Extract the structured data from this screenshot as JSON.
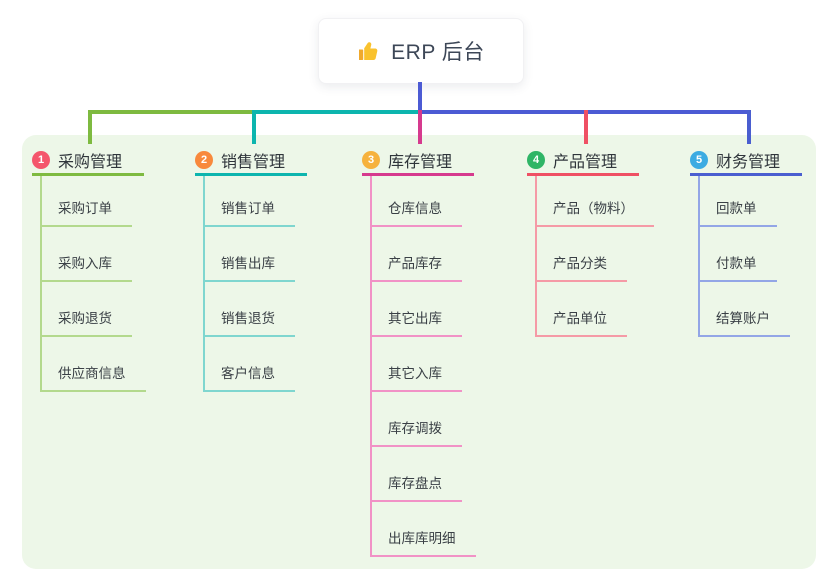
{
  "root": {
    "label": "ERP 后台",
    "icon": "thumbs-up-icon",
    "icon_color": "#f9c22e",
    "icon_dark_color": "#f0a92d"
  },
  "colors": {
    "panel_background": "#edf7e8",
    "root_stem": "#4c5bd4",
    "bus_left_green": "#7eba40",
    "bus_mid_teal": "#0db5ae",
    "bus_right_blue": "#4c5bd4"
  },
  "branches": [
    {
      "badge": "1",
      "label": "采购管理",
      "badge_color": "#f4566c",
      "line_color": "#7eba40",
      "child_line_color": "#b3d98d",
      "children": [
        "采购订单",
        "采购入库",
        "采购退货",
        "供应商信息"
      ]
    },
    {
      "badge": "2",
      "label": "销售管理",
      "badge_color": "#f8893c",
      "line_color": "#0db5ae",
      "child_line_color": "#7fd6cf",
      "children": [
        "销售订单",
        "销售出库",
        "销售退货",
        "客户信息"
      ]
    },
    {
      "badge": "3",
      "label": "库存管理",
      "badge_color": "#f6b23d",
      "line_color": "#d63a8e",
      "child_line_color": "#f192c6",
      "children": [
        "仓库信息",
        "产品库存",
        "其它出库",
        "其它入库",
        "库存调拨",
        "库存盘点",
        "出库库明细"
      ]
    },
    {
      "badge": "4",
      "label": "产品管理",
      "badge_color": "#2fb566",
      "line_color": "#ef5064",
      "child_line_color": "#f59aa6",
      "children": [
        "产品（物料）",
        "产品分类",
        "产品单位"
      ]
    },
    {
      "badge": "5",
      "label": "财务管理",
      "badge_color": "#3cabe2",
      "line_color": "#4a5ed0",
      "child_line_color": "#93a6e6",
      "children": [
        "回款单",
        "付款单",
        "结算账户"
      ]
    }
  ]
}
